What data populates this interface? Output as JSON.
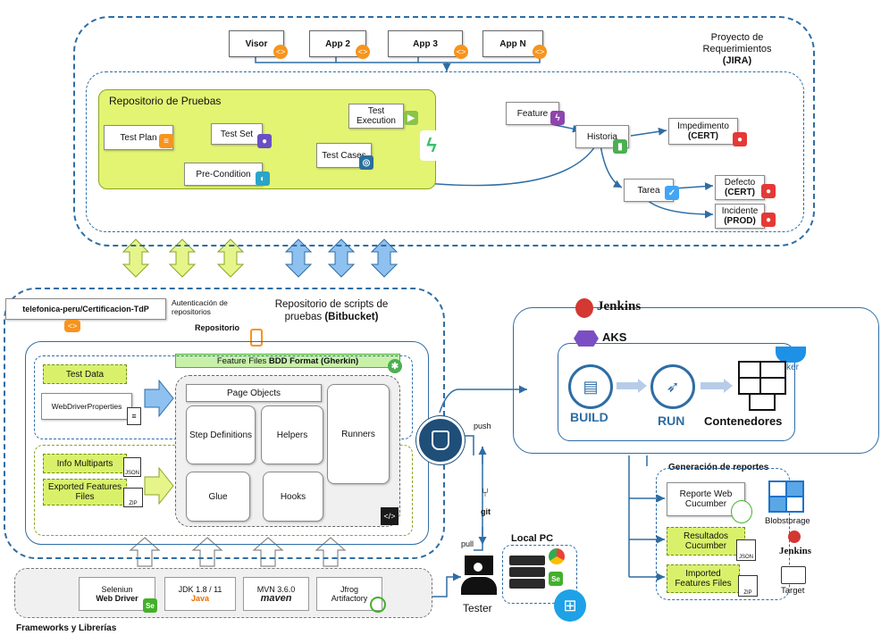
{
  "jira": {
    "title": "Proyecto de Requerimientos",
    "subtitle": "(JIRA)",
    "apps": [
      "Visor",
      "App 2",
      "App 3",
      "App N"
    ],
    "repo_pruebas": {
      "title": "Repositorio de Pruebas",
      "test_plan": "Test Plan",
      "test_set": "Test Set",
      "test_execution": "Test Execution",
      "test_cases": "Test Cases",
      "pre_condition": "Pre-Condition"
    },
    "feature": "Feature",
    "historia": "Historia",
    "impedimento": "Impedimento",
    "impedimento_sub": "(CERT)",
    "tarea": "Tarea",
    "defecto": "Defecto",
    "defecto_sub": "(CERT)",
    "incidente": "Incidente",
    "incidente_sub": "(PROD)"
  },
  "bitbucket": {
    "repo_path": "telefonica-peru/Certificacion-TdP",
    "auth_label": "Autenticación de repositorios",
    "title": "Repositorio de scripts de pruebas",
    "title_bold": "(Bitbucket)",
    "repositorio": "Repositorio",
    "feature_files": "Feature Files",
    "feature_files_bold": "BDD Format (Gherkin)",
    "test_data": "Test Data",
    "webdriver_props": "WebDriverProperties",
    "info_multiparts": "Info Multiparts",
    "exported_features": "Exported Features Files",
    "page_objects": "Page Objects",
    "step_definitions": "Step Definitions",
    "helpers": "Helpers",
    "runners": "Runners",
    "glue": "Glue",
    "hooks": "Hooks",
    "json_tag": "JSON",
    "zip_tag": "ZIP"
  },
  "frameworks": {
    "title": "Frameworks y Librerías",
    "selenium_line1": "Seleniun",
    "selenium_line2": "Web Driver",
    "jdk": "JDK 1.8 / 11",
    "java": "Java",
    "mvn": "MVN 3.6.0",
    "maven": "maven",
    "jfrog_line1": "Jfrog",
    "jfrog_line2": "Artifactory"
  },
  "flow": {
    "push": "push",
    "pull": "pull",
    "git": "git",
    "local_pc": "Local PC",
    "tester": "Tester"
  },
  "jenkins": {
    "title": "Jenkins",
    "aks": "AKS",
    "build": "BUILD",
    "run": "RUN",
    "contenedores": "Contenedores",
    "docker": "docker",
    "reportes_title": "Generación de reportes",
    "reporte_web": "Reporte Web Cucumber",
    "blobstorage": "Blobstorage",
    "resultados": "Resultados Cucumber",
    "jenkins_small": "Jenkins",
    "imported": "Imported Features Files",
    "target": "Target",
    "json_tag": "JSON",
    "zip_tag": "ZIP"
  },
  "colors": {
    "blue": "#2e6da4",
    "lime": "#d9f16a",
    "orange": "#f7941d",
    "red": "#e53935",
    "jira_purple": "#8e44ad",
    "jira_green": "#4caf50"
  }
}
